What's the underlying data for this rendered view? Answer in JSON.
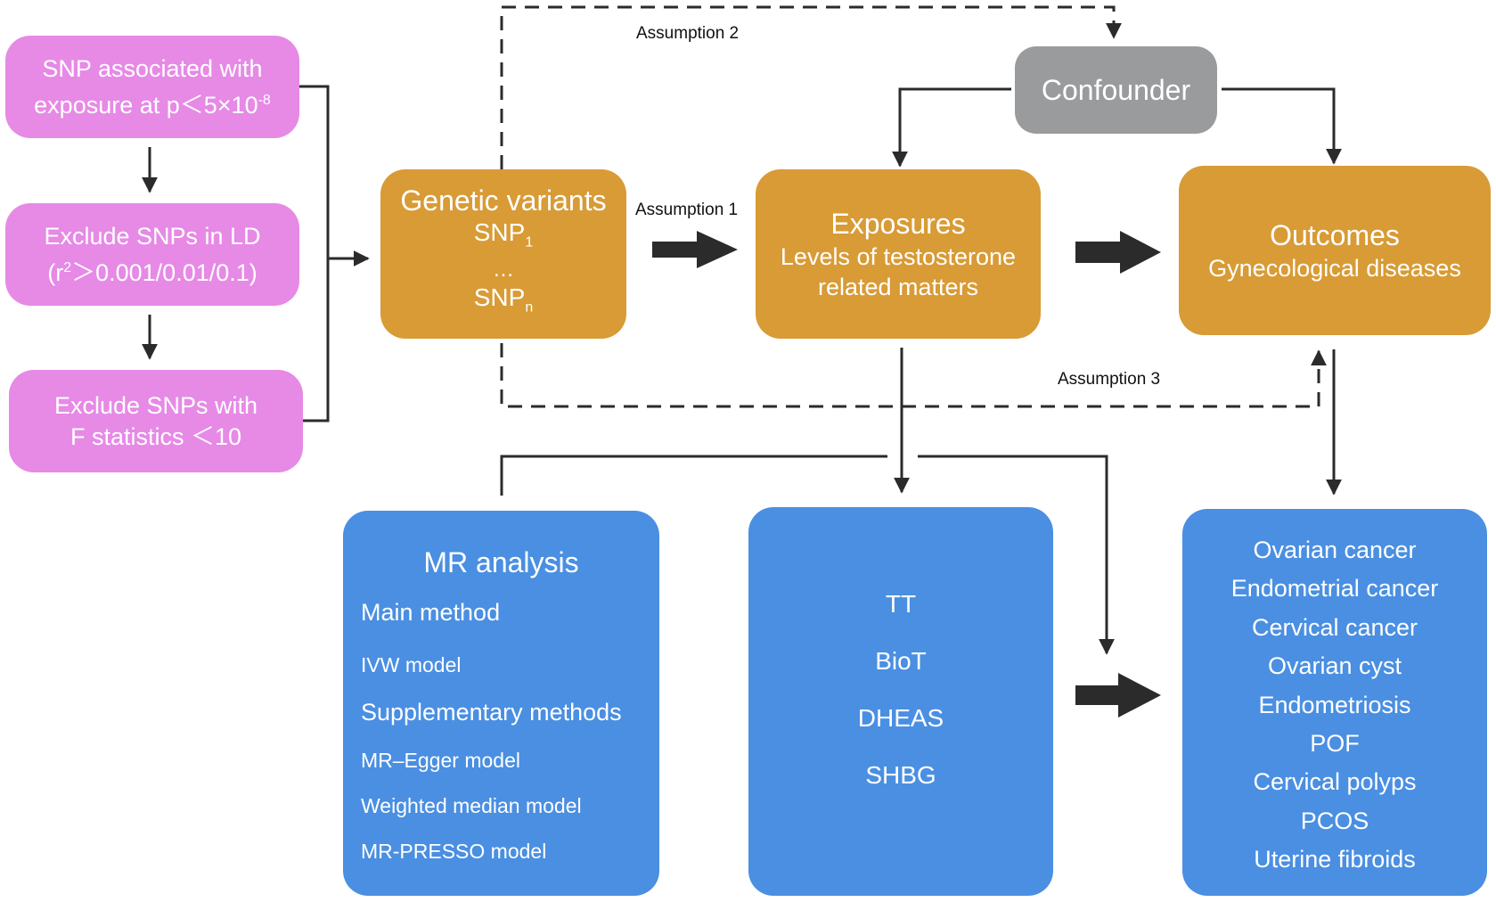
{
  "steps": {
    "step1_line1": "SNP associated with",
    "step1_line2": "exposure at p＜5×10",
    "step1_exp": "-8",
    "step2_line1": "Exclude SNPs in LD",
    "step2_open": "(r",
    "step2_exp": "2",
    "step2_rest": "＞0.001/0.01/0.1)",
    "step3_line1": "Exclude SNPs with",
    "step3_line2": "F statistics ＜10"
  },
  "genetic": {
    "title": "Genetic variants",
    "snp": "SNP",
    "sub1": "1",
    "dots": "…",
    "subn": "n"
  },
  "exposures": {
    "title": "Exposures",
    "line1": "Levels of testosterone",
    "line2": "related matters"
  },
  "outcomes": {
    "title": "Outcomes",
    "line1": "Gynecological diseases"
  },
  "confounder": "Confounder",
  "assumptions": {
    "a1": "Assumption 1",
    "a2": "Assumption 2",
    "a3": "Assumption 3"
  },
  "mr": {
    "title": "MR analysis",
    "main_heading": "Main method",
    "main_item": "IVW model",
    "supp_heading": "Supplementary methods",
    "supp_items": [
      "MR–Egger model",
      "Weighted median model",
      "MR-PRESSO model"
    ]
  },
  "hormones": [
    "TT",
    "BioT",
    "DHEAS",
    "SHBG"
  ],
  "diseases": [
    "Ovarian cancer",
    "Endometrial cancer",
    "Cervical cancer",
    "Ovarian cyst",
    "Endometriosis",
    "POF",
    "Cervical polyps",
    "PCOS",
    "Uterine fibroids"
  ],
  "colors": {
    "pink": "#e68ae6",
    "gold": "#d89b35",
    "blue": "#4a8fe2",
    "grey": "#9a9b9d",
    "line": "#2b2b2b"
  }
}
